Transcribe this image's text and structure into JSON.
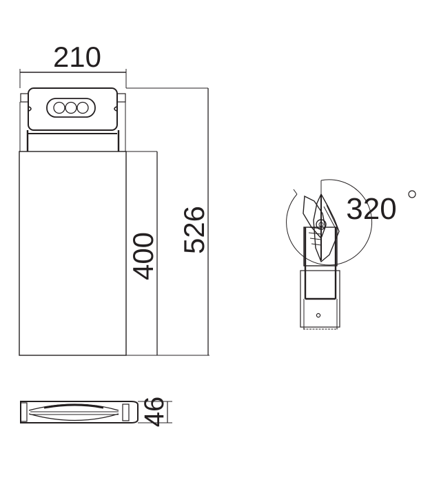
{
  "drawing": {
    "type": "technical dimension drawing",
    "subject": "wall/flood light fixture",
    "stroke_color": "#231f20",
    "background_color": "#ffffff"
  },
  "front_view": {
    "width_label": "210",
    "overall_height_label": "526",
    "body_height_label": "400"
  },
  "side_view": {
    "rotation_label": "320",
    "degree_symbol": "°"
  },
  "bottom_view": {
    "depth_label": "46"
  }
}
